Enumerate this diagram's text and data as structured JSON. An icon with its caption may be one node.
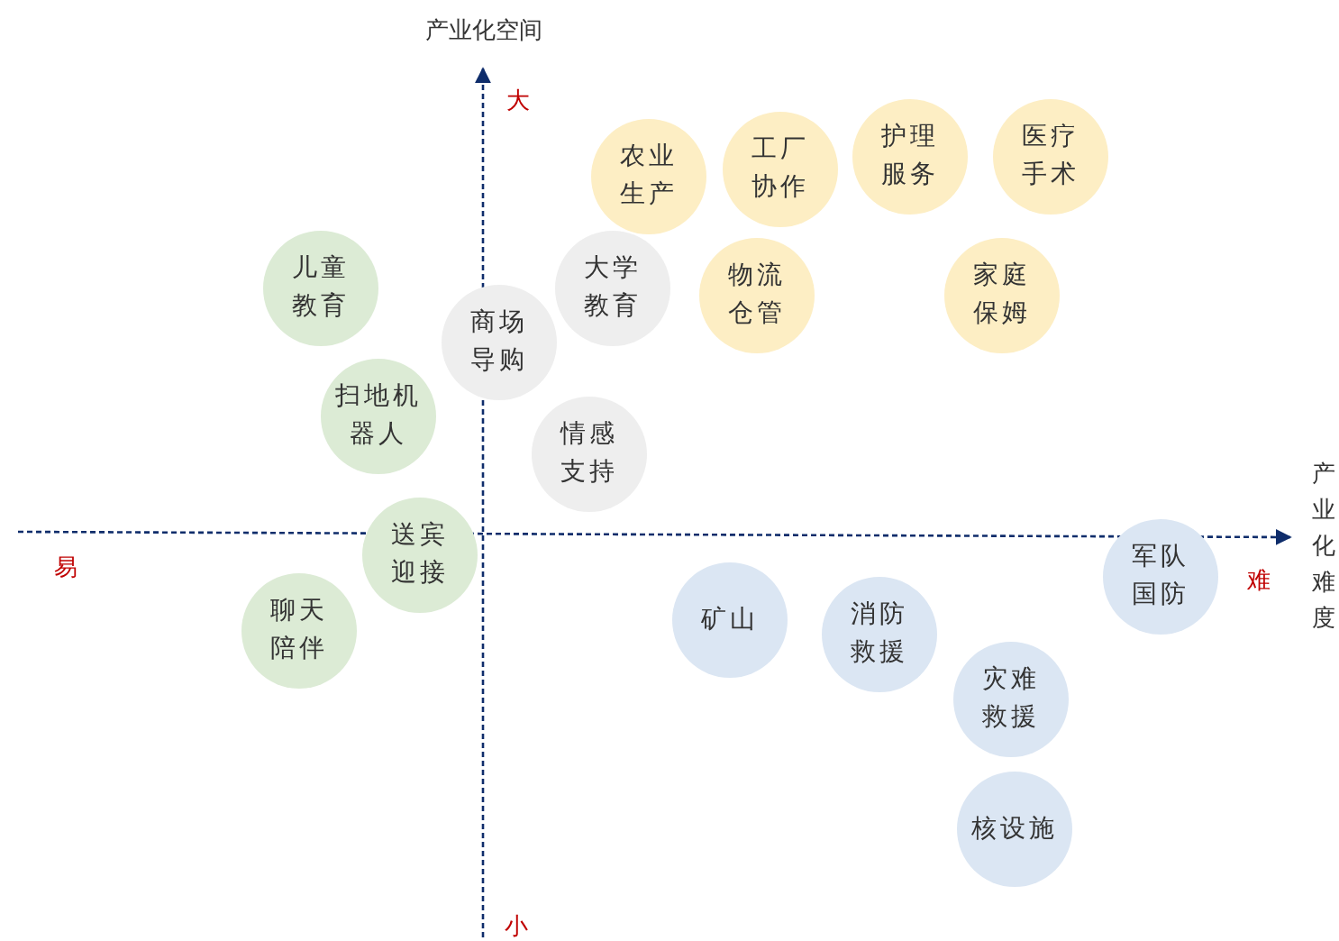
{
  "diagram": {
    "nodes": [
      {
        "text": [
          "农业生产"
        ]
      },
      {
        "text": [
          "工厂协作"
        ]
      },
      {
        "text": [
          "护理服务"
        ]
      },
      {
        "text": [
          "医疗手术"
        ]
      },
      {
        "text": [
          "儿童教育"
        ]
      },
      {
        "text": [
          "大学教育"
        ]
      },
      {
        "text": [
          "物流仓管"
        ]
      },
      {
        "text": [
          "家庭保姆"
        ]
      },
      {
        "text": [
          "商场导购"
        ]
      },
      {
        "text": [
          "扫地机器人"
        ]
      },
      {
        "text": [
          "情感支持"
        ]
      },
      {
        "text": [
          "送宾迎接"
        ]
      },
      {
        "text": [
          "军队国防"
        ]
      },
      {
        "text": [
          "聊天陪伴"
        ]
      },
      {
        "text": [
          "矿山"
        ]
      },
      {
        "text": [
          "消防救援"
        ]
      },
      {
        "text": [
          "灾难救援"
        ]
      },
      {
        "text": [
          "核设施"
        ]
      }
    ],
    "labels": [
      "产业化空间",
      "大",
      "易",
      "难",
      "产业化难度",
      "小"
    ]
  }
}
